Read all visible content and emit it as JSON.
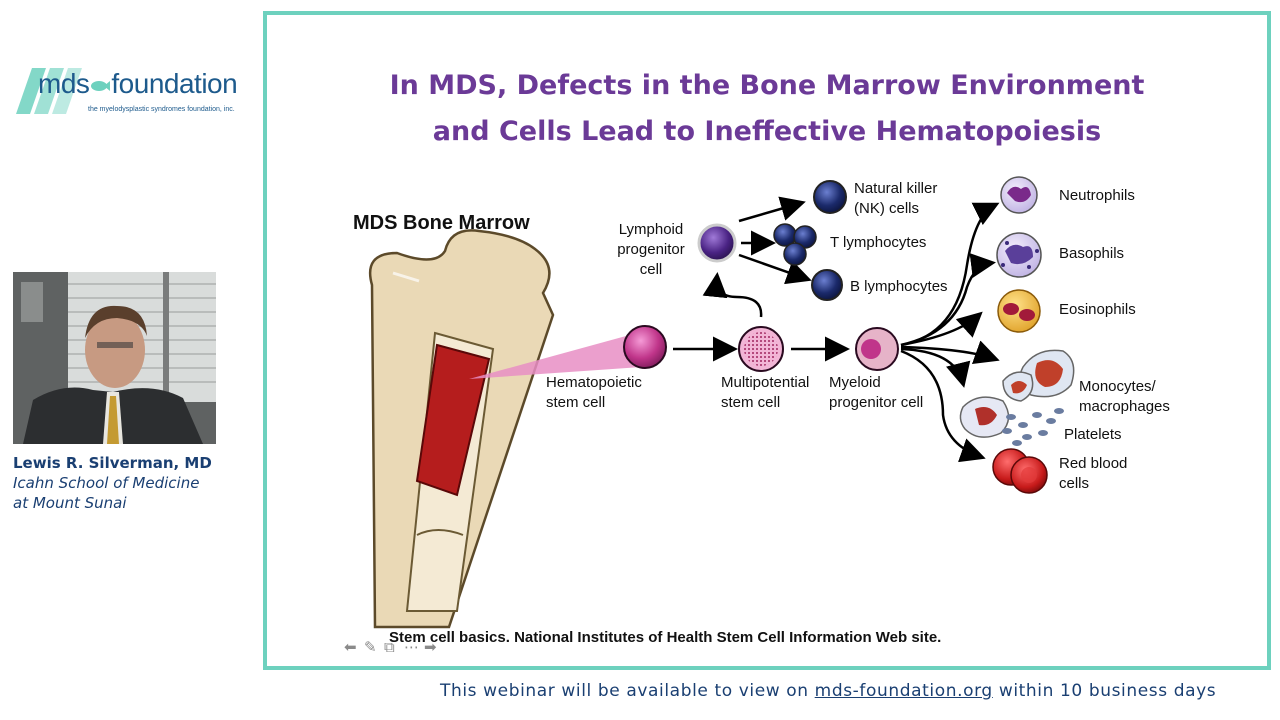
{
  "logo": {
    "mds": "mds",
    "foundation": "foundation",
    "tagline": "the myelodysplastic syndromes foundation, inc."
  },
  "presenter": {
    "name": "Lewis R. Silverman, MD",
    "affiliation_line1": "Icahn School of Medicine",
    "affiliation_line2": "at Mount Sunai"
  },
  "slide": {
    "title_line1": "In MDS, Defects in the Bone Marrow Environment",
    "title_line2": "and Cells Lead to Ineffective Hematopoiesis",
    "bone_marrow_title": "MDS Bone Marrow",
    "labels": {
      "lymphoid_1": "Lymphoid",
      "lymphoid_2": "progenitor",
      "lymphoid_3": "cell",
      "nk_1": "Natural killer",
      "nk_2": "(NK) cells",
      "t_lymph": "T lymphocytes",
      "b_lymph": "B lymphocytes",
      "hsc_1": "Hematopoietic",
      "hsc_2": "stem cell",
      "multi_1": "Multipotential",
      "multi_2": "stem cell",
      "myeloid_1": "Myeloid",
      "myeloid_2": "progenitor cell",
      "neutrophils": "Neutrophils",
      "basophils": "Basophils",
      "eosinophils": "Eosinophils",
      "monocytes_1": "Monocytes/",
      "monocytes_2": "macrophages",
      "platelets": "Platelets",
      "rbc_1": "Red blood",
      "rbc_2": "cells"
    },
    "citation": "Stem cell basics. National Institutes of Health Stem Cell Information Web site."
  },
  "navbar": {
    "prev_icon": "arrow-left-icon",
    "pen_icon": "pen-icon",
    "slides_icon": "slides-icon",
    "more_icon": "more-icon",
    "next_icon": "arrow-right-icon"
  },
  "footer": {
    "prefix": "This webinar will be available to view on ",
    "link": "mds-foundation.org",
    "suffix": " within 10 business days"
  },
  "colors": {
    "accent_border": "#6dd1be",
    "title_purple": "#6b3a97",
    "navy_text": "#1a3f72",
    "lymphoid_navy": "#1b2a6b",
    "stem_magenta": "#c0358a",
    "marrow_red": "#b51d1d"
  }
}
